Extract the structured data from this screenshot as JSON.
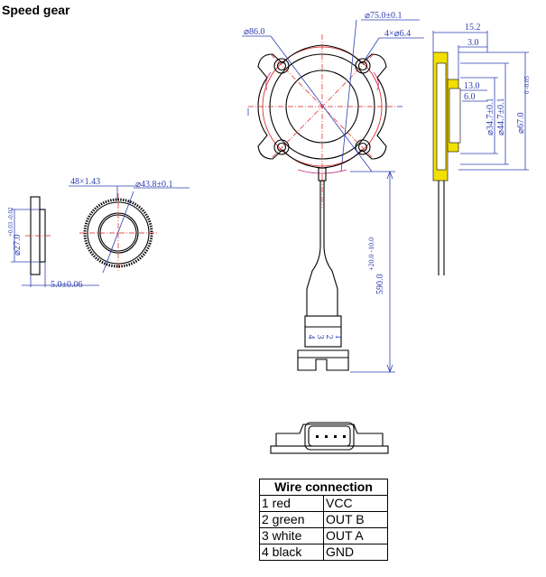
{
  "title": "Speed gear",
  "dimensions": {
    "d86": "⌀86.0",
    "d75": "⌀75.0±0.1",
    "holes": "4×⌀6.4",
    "w15": "15.2",
    "w3": "3.0",
    "h13": "13.0",
    "h6": "6.0",
    "d34": "⌀34.7±0.1",
    "d44": "⌀44.7±0.1",
    "d67": "⌀67.0",
    "d67_tol": "0 -0.05",
    "teeth": "48×1.43",
    "d43": "⌀43.8±0.1",
    "d27": "⌀27.0",
    "d27_tol": "+0.03 -0.02",
    "t5": "5.0±0.06",
    "cable": "590.0",
    "cable_tol": "+20.0 -10.0"
  },
  "connector_pins": [
    "1",
    "2",
    "3",
    "4"
  ],
  "wire_table": {
    "heading": "Wire connection",
    "rows": [
      {
        "wire": "1 red",
        "signal": "VCC"
      },
      {
        "wire": "2 green",
        "signal": "OUT B"
      },
      {
        "wire": "3 white",
        "signal": "OUT A"
      },
      {
        "wire": "4 black",
        "signal": "GND"
      }
    ]
  }
}
